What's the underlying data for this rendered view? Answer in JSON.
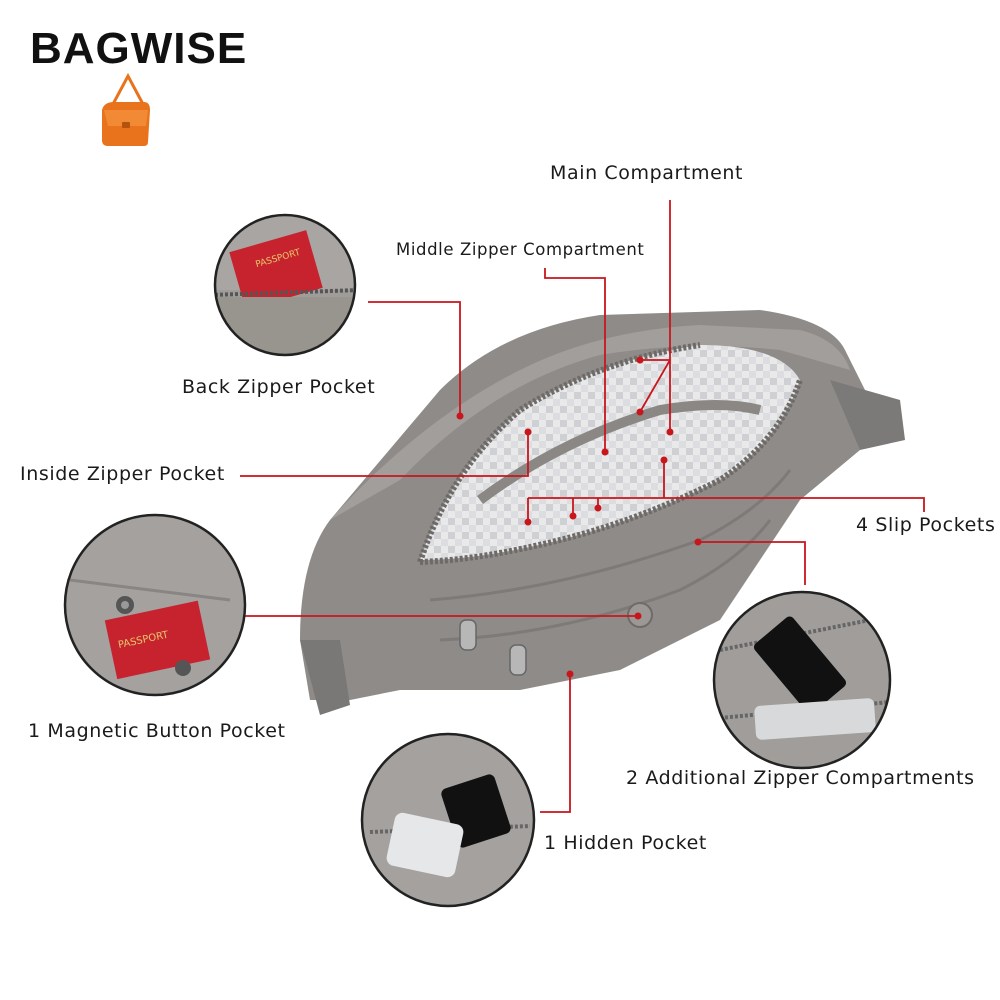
{
  "brand": {
    "name": "BAGWISE",
    "accent_color": "#e8731c",
    "bag_icon": "shoulder-bag-icon"
  },
  "callout_color": "#c8161d",
  "labels": {
    "main_compartment": "Main Compartment",
    "middle_zipper_compartment": "Middle Zipper Compartment",
    "back_zipper_pocket": "Back Zipper Pocket",
    "inside_zipper_pocket": "Inside Zipper Pocket",
    "slip_pockets": "4 Slip Pockets",
    "magnetic_button_pocket": "1 Magnetic Button Pocket",
    "additional_zipper_compartments": "2 Additional Zipper Compartments",
    "hidden_pocket": "1 Hidden Pocket"
  },
  "detail_photos": {
    "back_zipper": {
      "passport_text": "PASSPORT"
    },
    "magnetic_button": {
      "passport_text": "PASSPORT"
    }
  }
}
